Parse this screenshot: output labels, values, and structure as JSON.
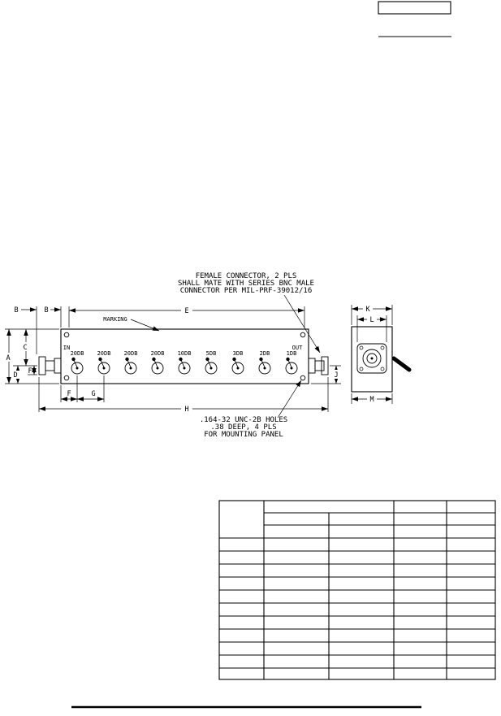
{
  "colors": {
    "ink": "#000000",
    "paper": "#ffffff"
  },
  "drawing": {
    "connector_note": {
      "line1": "FEMALE CONNECTOR, 2 PLS",
      "line2": "SHALL MATE WITH SERIES BNC MALE",
      "line3": "CONNECTOR PER MIL-PRF-39012/16"
    },
    "marking_label": "MARKING",
    "mounting_note": {
      "line1": ".164-32 UNC-2B HOLES",
      "line2": ".38 DEEP, 4 PLS",
      "line3": "FOR MOUNTING PANEL"
    },
    "ports": {
      "in": "IN",
      "out": "OUT"
    },
    "switch_labels": [
      "20DB",
      "20DB",
      "20DB",
      "20DB",
      "10DB",
      "5DB",
      "3DB",
      "2DB",
      "1DB"
    ],
    "dims": {
      "a": "A",
      "b": "B",
      "c": "C",
      "d": "D",
      "e": "E",
      "f": "F",
      "g": "G",
      "h": "H",
      "j": "J",
      "k": "K",
      "l": "L",
      "m": "M"
    }
  },
  "table": {
    "columns": 5,
    "header_rows": 3,
    "body_rows": 11
  }
}
